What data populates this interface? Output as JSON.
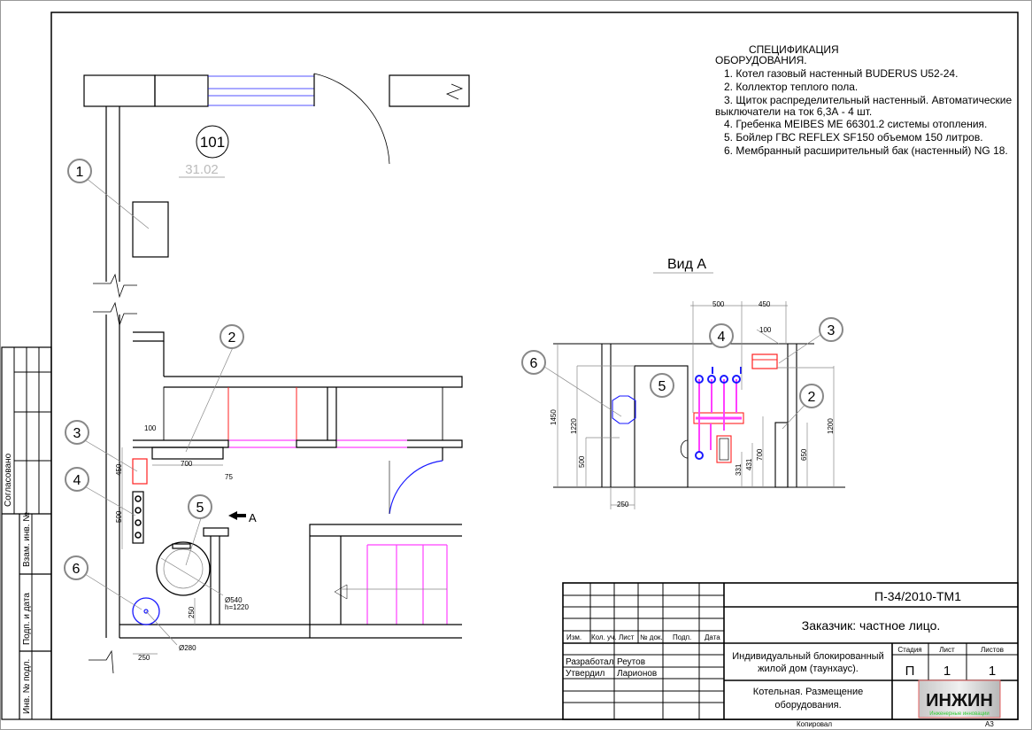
{
  "specification": {
    "title_line1": "СПЕЦИФИКАЦИЯ",
    "title_line2": "ОБОРУДОВАНИЯ.",
    "items": [
      "1. Котел газовый настенный BUDERUS U52-24.",
      "2. Коллектор теплого пола.",
      "3. Щиток распределительный настенный. Автоматические",
      "выключатели на ток 6,3А - 4 шт.",
      "4. Гребенка MEIBES ME 66301.2 системы отопления.",
      "5. Бойлер ГВС  REFLEX SF150 объемом 150 литров.",
      "6. Мембранный расширительный бак (настенный) NG 18."
    ]
  },
  "plan": {
    "room_number": "101",
    "room_area": "31.02",
    "view_marker": "А",
    "callouts": [
      "1",
      "2",
      "3",
      "4",
      "5",
      "6"
    ],
    "dims": {
      "d100": "100",
      "d700": "700",
      "d75": "75",
      "d450": "450",
      "d500": "500",
      "d250a": "250",
      "d250b": "250",
      "d540": "Ø540",
      "h1220": "h=1220",
      "d280": "Ø280"
    }
  },
  "view_a": {
    "title": "Вид А",
    "callouts": [
      "2",
      "3",
      "4",
      "5",
      "6"
    ],
    "dims": {
      "d500": "500",
      "d450": "450",
      "d100": "100",
      "d1450": "1450",
      "d1220": "1220",
      "d500b": "500",
      "d250": "250",
      "d331": "331",
      "d431": "431",
      "d700": "700",
      "d650": "650",
      "d1200": "1200"
    }
  },
  "title_block": {
    "code": "П-34/2010-ТМ1",
    "customer": "Заказчик: частное лицо.",
    "headers": [
      "Изм.",
      "Кол. уч.",
      "Лист",
      "№ док.",
      "Подп.",
      "Дата"
    ],
    "developed_label": "Разработал",
    "developed_name": "Реутов",
    "approved_label": "Утвердил",
    "approved_name": "Ларионов",
    "project_line1": "Индивидуальный блокированный",
    "project_line2": "жилой дом (таунхаус).",
    "sheet_title_line1": "Котельная. Размещение",
    "sheet_title_line2": "оборудования.",
    "stage_label": "Стадия",
    "sheet_label": "Лист",
    "sheets_label": "Листов",
    "stage": "П",
    "sheet": "1",
    "sheets": "1",
    "logo_text": "ИНЖИН",
    "logo_subtext": "Инженерные инновации",
    "copied": "Копировал",
    "format": "А3"
  },
  "side_stamp": {
    "agreed": "Согласовано",
    "replace_inv": "Взам. инв. №",
    "sign_date": "Подп. и дата",
    "inv_orig": "Инв. № подл."
  }
}
